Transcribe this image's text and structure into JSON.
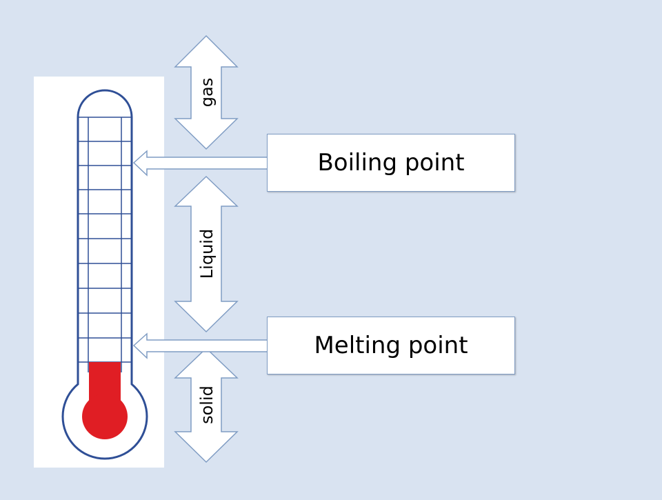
{
  "phases": {
    "gas": "gas",
    "liquid": "Liquid",
    "solid": "solid"
  },
  "labels": {
    "boiling": "Boiling point",
    "melting": "Melting point"
  },
  "colors": {
    "background": "#d9e3f1",
    "thermometer_outline": "#2f4f96",
    "mercury": "#e01e24",
    "box_border": "#7f9cc3"
  },
  "icons": {
    "phase_arrows": "double-headed-vertical-arrow",
    "pointer_arrows": "left-pointing-arrow"
  }
}
